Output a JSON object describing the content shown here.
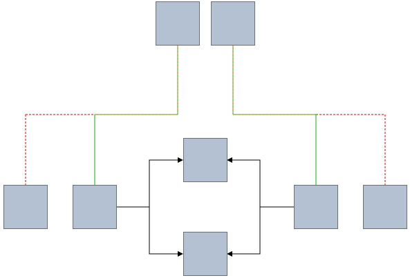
{
  "diagram": {
    "colors": {
      "background": "#ffffff",
      "node_fill": "#b4c1d3",
      "node_border": "#6a6f77",
      "connector_black": "#000000",
      "connector_green": "#00b400",
      "connector_red_dashed": "#d40000",
      "connector_olive_dashed": "#8a7a00"
    },
    "nodes": [
      {
        "id": "top-left-node",
        "label": ""
      },
      {
        "id": "top-right-node",
        "label": ""
      },
      {
        "id": "left-outer-node",
        "label": ""
      },
      {
        "id": "left-inner-node",
        "label": ""
      },
      {
        "id": "center-top-node",
        "label": ""
      },
      {
        "id": "center-bottom-node",
        "label": ""
      },
      {
        "id": "right-inner-node",
        "label": ""
      },
      {
        "id": "right-outer-node",
        "label": ""
      }
    ],
    "connectors": [
      {
        "id": "top-left-stub",
        "from": "top-left-node",
        "to": "left-branch",
        "style": "dashed",
        "color": "olive",
        "arrow": false
      },
      {
        "id": "top-left-horizontal-green",
        "from": "top-left-node",
        "to": "left-inner-node",
        "style": "solid",
        "color": "green",
        "arrow": false
      },
      {
        "id": "top-left-horizontal-red",
        "from": "top-left-node",
        "to": "left-outer-node",
        "style": "dashed",
        "color": "red",
        "arrow": false
      },
      {
        "id": "left-inner-vertical-green",
        "from": "left-branch",
        "to": "left-inner-node",
        "style": "solid",
        "color": "green",
        "arrow": false
      },
      {
        "id": "left-outer-vertical-red",
        "from": "left-branch",
        "to": "left-outer-node",
        "style": "dashed",
        "color": "red",
        "arrow": false
      },
      {
        "id": "top-right-stub",
        "from": "top-right-node",
        "to": "right-branch",
        "style": "dashed",
        "color": "olive",
        "arrow": false
      },
      {
        "id": "top-right-horizontal-green",
        "from": "top-right-node",
        "to": "right-inner-node",
        "style": "solid",
        "color": "green",
        "arrow": false
      },
      {
        "id": "top-right-horizontal-red",
        "from": "top-right-node",
        "to": "right-outer-node",
        "style": "dashed",
        "color": "red",
        "arrow": false
      },
      {
        "id": "right-inner-vertical-green",
        "from": "right-branch",
        "to": "right-inner-node",
        "style": "solid",
        "color": "green",
        "arrow": false
      },
      {
        "id": "right-outer-vertical-red",
        "from": "right-branch",
        "to": "right-outer-node",
        "style": "dashed",
        "color": "red",
        "arrow": false
      },
      {
        "id": "left-to-center-top",
        "from": "left-inner-node",
        "to": "center-top-node",
        "style": "solid",
        "color": "black",
        "arrow": true
      },
      {
        "id": "left-to-center-bottom",
        "from": "left-inner-node",
        "to": "center-bottom-node",
        "style": "solid",
        "color": "black",
        "arrow": true
      },
      {
        "id": "right-to-center-top",
        "from": "right-inner-node",
        "to": "center-top-node",
        "style": "solid",
        "color": "black",
        "arrow": true
      },
      {
        "id": "right-to-center-bottom",
        "from": "right-inner-node",
        "to": "center-bottom-node",
        "style": "solid",
        "color": "black",
        "arrow": true
      }
    ]
  }
}
